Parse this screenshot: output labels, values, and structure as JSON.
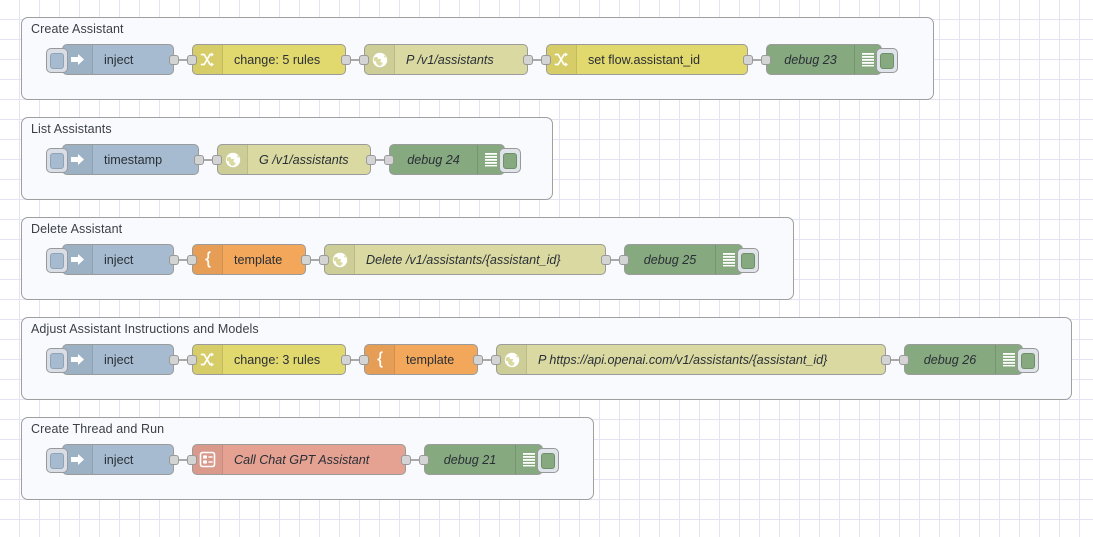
{
  "app": {
    "name": "Node-RED flow editor canvas"
  },
  "canvas": {
    "grid_size": 20,
    "grid_color": "#e3e3f3",
    "background": "#ffffff"
  },
  "palette_colors": {
    "inject": "#a6bbcf",
    "change": "#e2d96e",
    "http_request": "#d9d9a1",
    "template": "#f3a75b",
    "debug": "#87a980",
    "subflow": "#e5a293",
    "group_border": "#9f9f9f",
    "group_fill": "#f9fafd",
    "wire": "#a9a9a9",
    "port": "#d4d4d4"
  },
  "groups": [
    {
      "title": "Create Assistant",
      "nodes": [
        {
          "type": "inject",
          "label": "inject",
          "icon": "arrow-right-icon"
        },
        {
          "type": "change",
          "label": "change: 5 rules",
          "icon": "shuffle-icon"
        },
        {
          "type": "http_request",
          "label": "P /v1/assistants",
          "icon": "globe-icon"
        },
        {
          "type": "change",
          "label": "set flow.assistant_id",
          "icon": "shuffle-icon"
        },
        {
          "type": "debug",
          "label": "debug 23",
          "icon": "debug-lines-icon"
        }
      ]
    },
    {
      "title": "List Assistants",
      "nodes": [
        {
          "type": "inject",
          "label": "timestamp",
          "icon": "arrow-right-icon"
        },
        {
          "type": "http_request",
          "label": "G /v1/assistants",
          "icon": "globe-icon"
        },
        {
          "type": "debug",
          "label": "debug 24",
          "icon": "debug-lines-icon"
        }
      ]
    },
    {
      "title": "Delete Assistant",
      "nodes": [
        {
          "type": "inject",
          "label": "inject",
          "icon": "arrow-right-icon"
        },
        {
          "type": "template",
          "label": "template",
          "icon": "brace-icon"
        },
        {
          "type": "http_request",
          "label": "Delete /v1/assistants/{assistant_id}",
          "icon": "globe-icon"
        },
        {
          "type": "debug",
          "label": "debug 25",
          "icon": "debug-lines-icon"
        }
      ]
    },
    {
      "title": "Adjust Assistant Instructions and Models",
      "nodes": [
        {
          "type": "inject",
          "label": "inject",
          "icon": "arrow-right-icon"
        },
        {
          "type": "change",
          "label": "change: 3 rules",
          "icon": "shuffle-icon"
        },
        {
          "type": "template",
          "label": "template",
          "icon": "brace-icon"
        },
        {
          "type": "http_request",
          "label": "P https://api.openai.com/v1/assistants/{assistant_id}",
          "icon": "globe-icon"
        },
        {
          "type": "debug",
          "label": "debug 26",
          "icon": "debug-lines-icon"
        }
      ]
    },
    {
      "title": "Create Thread and Run",
      "nodes": [
        {
          "type": "inject",
          "label": "inject",
          "icon": "arrow-right-icon"
        },
        {
          "type": "subflow",
          "label": "Call Chat GPT Assistant",
          "icon": "subflow-icon"
        },
        {
          "type": "debug",
          "label": "debug 21",
          "icon": "debug-lines-icon"
        }
      ]
    }
  ]
}
